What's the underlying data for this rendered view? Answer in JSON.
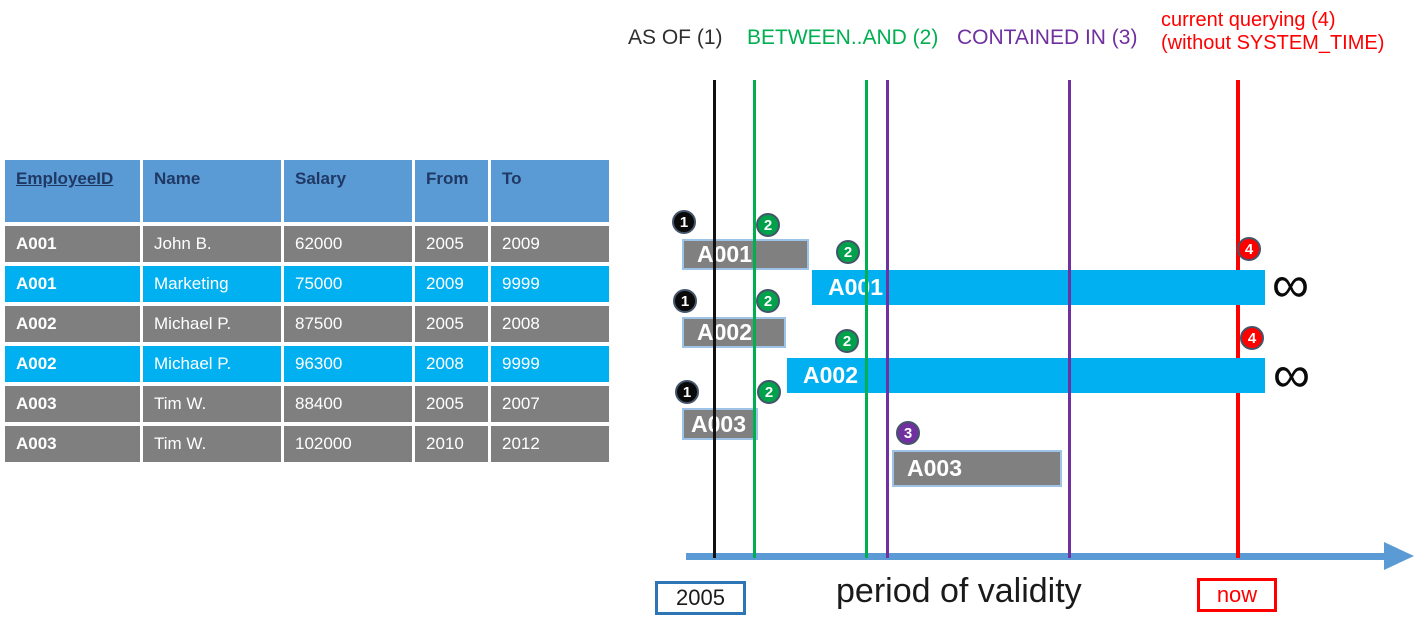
{
  "palette": {
    "table_header_blue": "#5B9BD5",
    "table_header_text": "#1F3864",
    "row_gray": "#7F7F7F",
    "row_cyan": "#00B0F0",
    "bar_gray": "#808080",
    "bar_border": "#9DC3E6",
    "green": "#00B050",
    "purple": "#7030A0",
    "red": "#FF0000",
    "black": "#0a0a0a",
    "axis_blue": "#5B9BD5"
  },
  "table": {
    "headers": [
      "EmployeeID",
      "Name",
      "Salary",
      "From",
      "To"
    ],
    "rows": [
      {
        "highlight": false,
        "cells": [
          "A001",
          "John B.",
          "62000",
          "2005",
          "2009"
        ]
      },
      {
        "highlight": true,
        "cells": [
          "A001",
          "Marketing",
          "75000",
          "2009",
          "9999"
        ]
      },
      {
        "highlight": false,
        "cells": [
          "A002",
          "Michael P.",
          "87500",
          "2005",
          "2008"
        ]
      },
      {
        "highlight": true,
        "cells": [
          "A002",
          "Michael P.",
          "96300",
          "2008",
          "9999"
        ]
      },
      {
        "highlight": false,
        "cells": [
          "A003",
          "Tim W.",
          "88400",
          "2005",
          "2007"
        ]
      },
      {
        "highlight": false,
        "cells": [
          "A003",
          "Tim W.",
          "102000",
          "2010",
          "2012"
        ]
      }
    ]
  },
  "diagram": {
    "legend": [
      {
        "label": "AS OF (1)",
        "color": "#2F2F2F"
      },
      {
        "label": "BETWEEN..AND (2)",
        "color": "#00B050"
      },
      {
        "label": "CONTAINED IN (3)",
        "color": "#7030A0"
      },
      {
        "label": "current querying (4)",
        "label2": "(without SYSTEM_TIME)",
        "color": "#FF0000"
      }
    ],
    "bars": [
      {
        "label": "A001",
        "kind": "history"
      },
      {
        "label": "A001",
        "kind": "current"
      },
      {
        "label": "A002",
        "kind": "history"
      },
      {
        "label": "A002",
        "kind": "current"
      },
      {
        "label": "A003",
        "kind": "history"
      },
      {
        "label": "A003",
        "kind": "history"
      }
    ],
    "markers": [
      {
        "n": "1",
        "color": "black"
      },
      {
        "n": "2",
        "color": "green"
      },
      {
        "n": "2",
        "color": "green"
      },
      {
        "n": "1",
        "color": "black"
      },
      {
        "n": "2",
        "color": "green"
      },
      {
        "n": "2",
        "color": "green"
      },
      {
        "n": "1",
        "color": "black"
      },
      {
        "n": "2",
        "color": "green"
      },
      {
        "n": "3",
        "color": "purple"
      },
      {
        "n": "4",
        "color": "red"
      },
      {
        "n": "4",
        "color": "red"
      }
    ],
    "infinity_symbol": "∞",
    "axis": {
      "start_label": "2005",
      "end_label": "now",
      "title": "period of validity"
    }
  }
}
